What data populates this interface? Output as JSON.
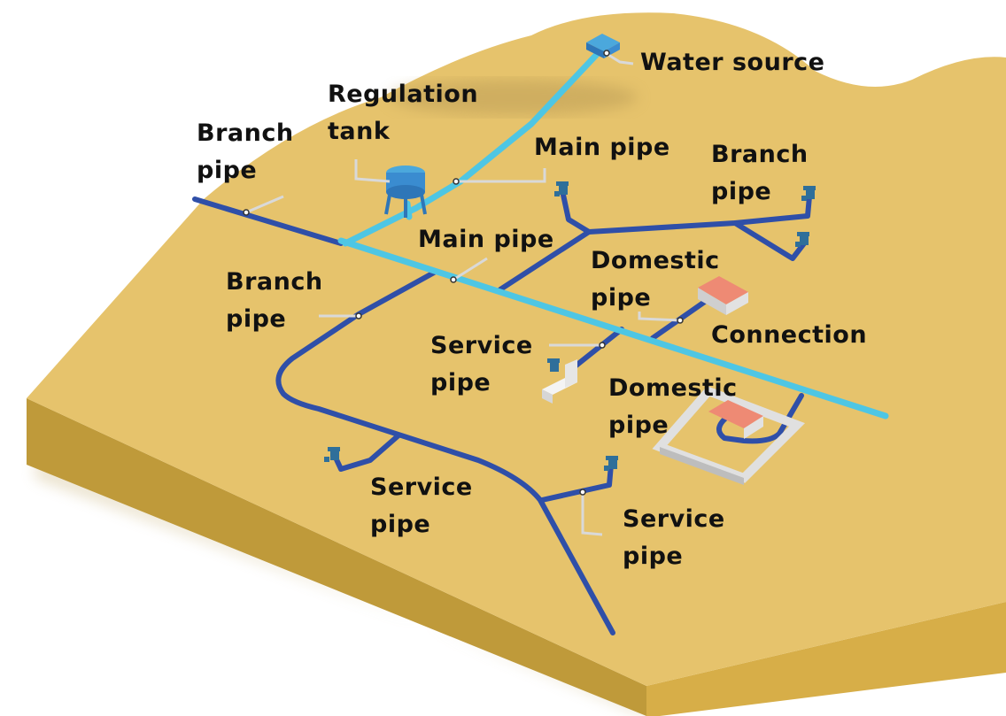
{
  "labels": {
    "water_source": "Water source",
    "regulation_tank_1": "Regulation",
    "regulation_tank_2": "tank",
    "branch_pipe_tl_1": "Branch",
    "branch_pipe_tl_2": "pipe",
    "main_pipe_top": "Main pipe",
    "branch_pipe_tr_1": "Branch",
    "branch_pipe_tr_2": "pipe",
    "main_pipe_mid": "Main pipe",
    "domestic_pipe_1_1": "Domestic",
    "domestic_pipe_1_2": "pipe",
    "branch_pipe_left_1": "Branch",
    "branch_pipe_left_2": "pipe",
    "connection": "Connection",
    "service_pipe_1_1": "Service",
    "service_pipe_1_2": "pipe",
    "domestic_pipe_2_1": "Domestic",
    "domestic_pipe_2_2": "pipe",
    "service_pipe_2_1": "Service",
    "service_pipe_2_2": "pipe",
    "service_pipe_3_1": "Service",
    "service_pipe_3_2": "pipe"
  },
  "colors": {
    "ground_top": "#e6c36c",
    "ground_front": "#bf9a3a",
    "main_pipe": "#4ec6e4",
    "branch_pipe": "#2f4fa8",
    "house_roof": "#ee8a74"
  }
}
